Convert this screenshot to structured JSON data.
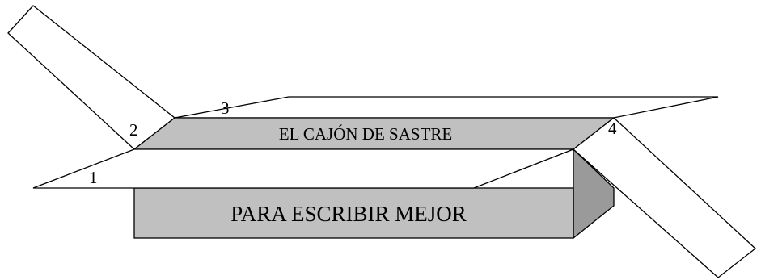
{
  "box": {
    "top_label": "EL CAJÓN DE SASTRE",
    "front_label": "PARA ESCRIBIR MEJOR"
  },
  "flap_numbers": {
    "n1": "1",
    "n2": "2",
    "n3": "3",
    "n4": "4"
  },
  "colors": {
    "stroke": "#000000",
    "box_gray": "#c0c0c0",
    "side_gray": "#9a9a9a",
    "flap_fill": "#ffffff"
  }
}
